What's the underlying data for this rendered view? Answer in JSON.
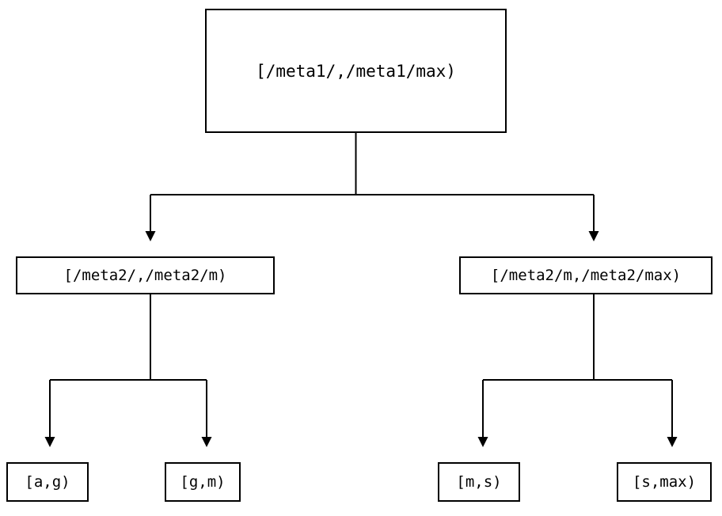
{
  "diagram": {
    "type": "tree",
    "background_color": "#ffffff",
    "line_color": "#000000",
    "text_color": "#000000",
    "root": {
      "label": "[/meta1/,/meta1/max)"
    },
    "mid_level": [
      {
        "label": "[/meta2/,/meta2/m)"
      },
      {
        "label": "[/meta2/m,/meta2/max)"
      }
    ],
    "leaves": [
      {
        "label": "[a,g)"
      },
      {
        "label": "[g,m)"
      },
      {
        "label": "[m,s)"
      },
      {
        "label": "[s,max)"
      }
    ]
  }
}
